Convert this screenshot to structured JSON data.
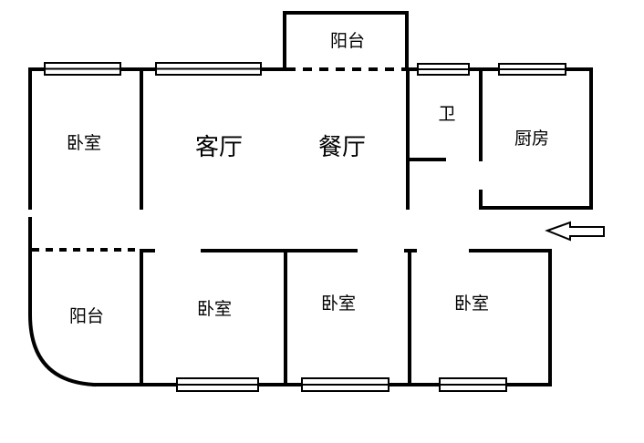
{
  "floorplan": {
    "colors": {
      "wall": "#000000",
      "background": "#ffffff"
    },
    "rooms": {
      "balcony_top": "阳台",
      "bedroom_top_left": "卧室",
      "living_room": "客厅",
      "dining_room": "餐厅",
      "bathroom": "卫",
      "kitchen": "厨房",
      "balcony_left": "阳台",
      "bedroom_bottom_1": "卧室",
      "bedroom_bottom_2": "卧室",
      "bedroom_bottom_3": "卧室"
    },
    "entrance_icon": "arrow-left-icon"
  }
}
